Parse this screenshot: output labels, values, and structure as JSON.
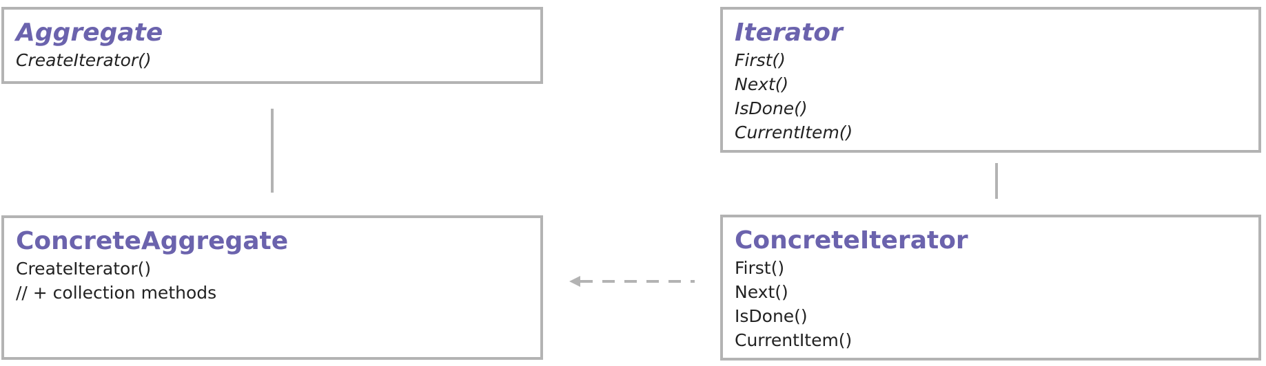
{
  "diagram": {
    "classes": [
      {
        "id": "aggregate",
        "name": "Aggregate",
        "abstract": true,
        "methods": [
          "CreateIterator()"
        ]
      },
      {
        "id": "iterator",
        "name": "Iterator",
        "abstract": true,
        "methods": [
          "First()",
          "Next()",
          "IsDone()",
          "CurrentItem()"
        ]
      },
      {
        "id": "concrete-aggregate",
        "name": "ConcreteAggregate",
        "abstract": false,
        "methods": [
          "CreateIterator()",
          "// + collection methods"
        ]
      },
      {
        "id": "concrete-iterator",
        "name": "ConcreteIterator",
        "abstract": false,
        "methods": [
          "First()",
          "Next()",
          "IsDone()",
          "CurrentItem()"
        ]
      }
    ],
    "relationships": [
      {
        "from": "concrete-aggregate",
        "to": "aggregate",
        "type": "solid-line"
      },
      {
        "from": "concrete-iterator",
        "to": "iterator",
        "type": "solid-line"
      },
      {
        "from": "concrete-iterator",
        "to": "concrete-aggregate",
        "type": "dashed-arrow"
      }
    ],
    "colors": {
      "title": "#6b63ad",
      "border": "#b3b3b3",
      "text": "#222222",
      "connector": "#b3b3b3"
    }
  }
}
